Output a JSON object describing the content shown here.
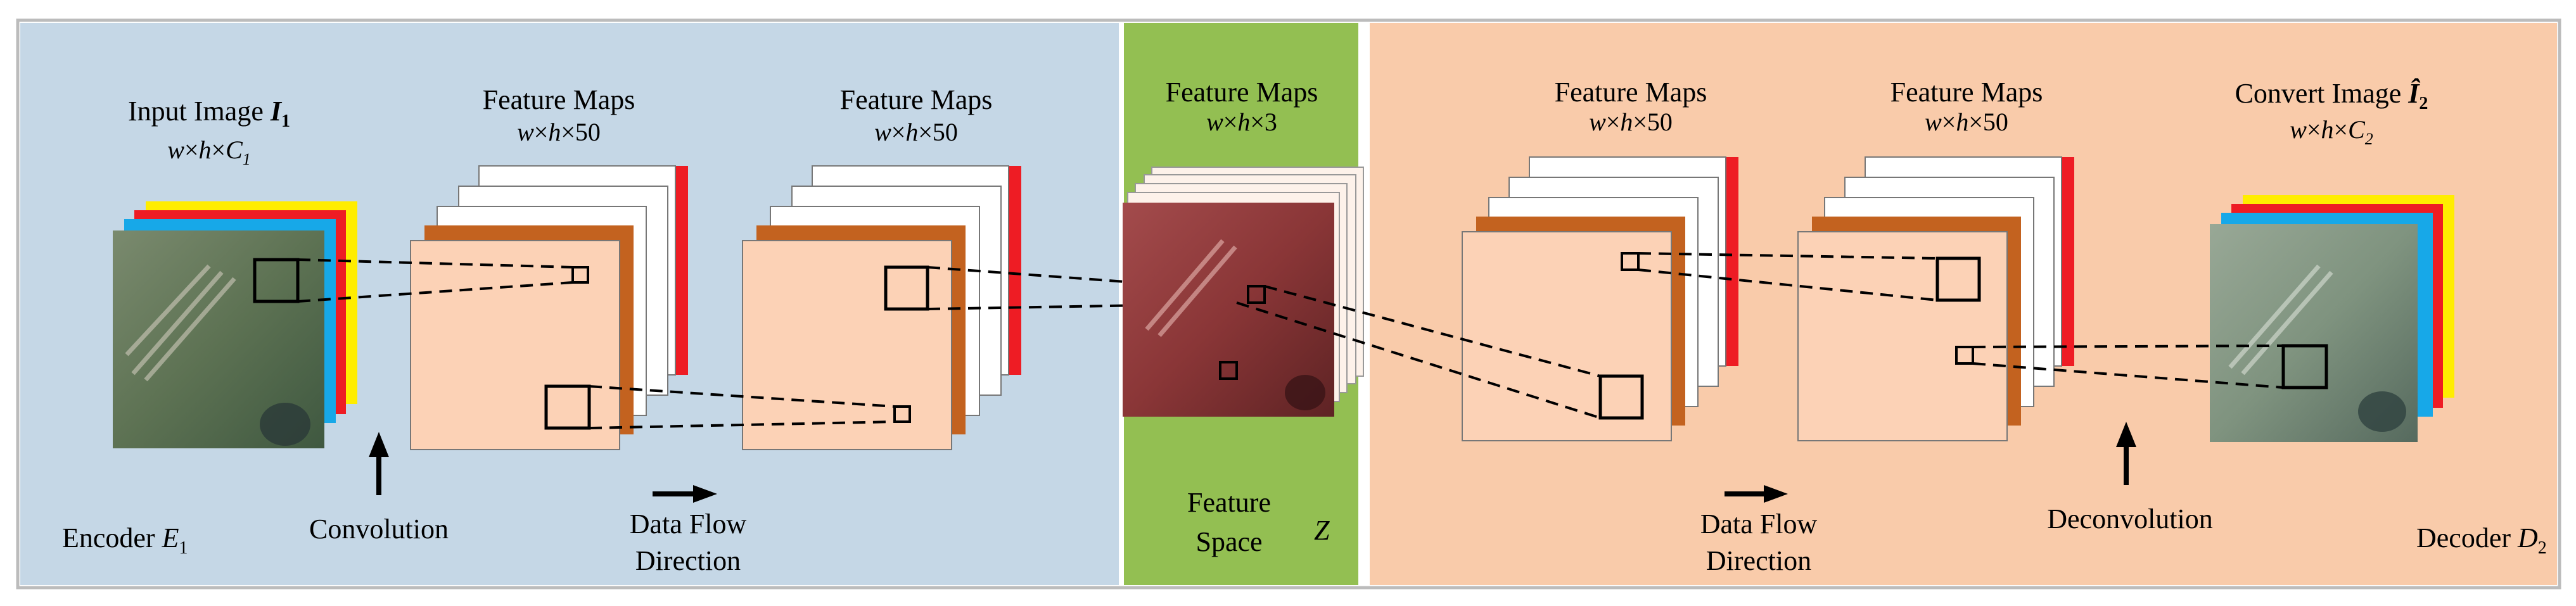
{
  "colors": {
    "encoder_bg": "#c5d7e6",
    "feature_bg": "#93bf52",
    "decoder_bg": "#f9cbaa",
    "map_face": "#fcd2b6",
    "map_brown": "#c3621f",
    "map_white": "#ffffff",
    "map_red": "#ee1c24",
    "img_yellow": "#ffed00",
    "img_red": "#ee1c24",
    "img_cyan": "#17a8e8",
    "satellite_green": "#5d7253",
    "satellite_red": "#8a3637",
    "satellite_pale": "#7f937f"
  },
  "encoder": {
    "input_title": "Input Image",
    "input_symbol": "I",
    "input_sub": "1",
    "input_dim": [
      "w",
      "×",
      "h",
      "×",
      "C",
      "1"
    ],
    "map1_title": "Feature Maps",
    "map1_dim": [
      "w",
      "×",
      "h",
      "×50"
    ],
    "map2_title": "Feature Maps",
    "map2_dim": [
      "w",
      "×",
      "h",
      "×50"
    ],
    "convolution": "Convolution",
    "data_flow_1": "Data Flow",
    "data_flow_2": "Direction",
    "name": "Encoder",
    "name_symbol": "E",
    "name_sub": "1"
  },
  "feature_space": {
    "title": "Feature Maps",
    "dim": [
      "w",
      "×",
      "h",
      "×3"
    ],
    "label_1": "Feature",
    "label_2": "Space",
    "symbol": "Z"
  },
  "decoder": {
    "map1_title": "Feature Maps",
    "map1_dim": [
      "w",
      "×",
      "h",
      "×50"
    ],
    "map2_title": "Feature Maps",
    "map2_dim": [
      "w",
      "×",
      "h",
      "×50"
    ],
    "output_title": "Convert Image",
    "output_symbol": "Î",
    "output_sub": "2",
    "output_dim": [
      "w",
      "×",
      "h",
      "×",
      "C",
      "2"
    ],
    "deconvolution": "Deconvolution",
    "data_flow_1": "Data Flow",
    "data_flow_2": "Direction",
    "name": "Decoder",
    "name_symbol": "D",
    "name_sub": "2"
  }
}
